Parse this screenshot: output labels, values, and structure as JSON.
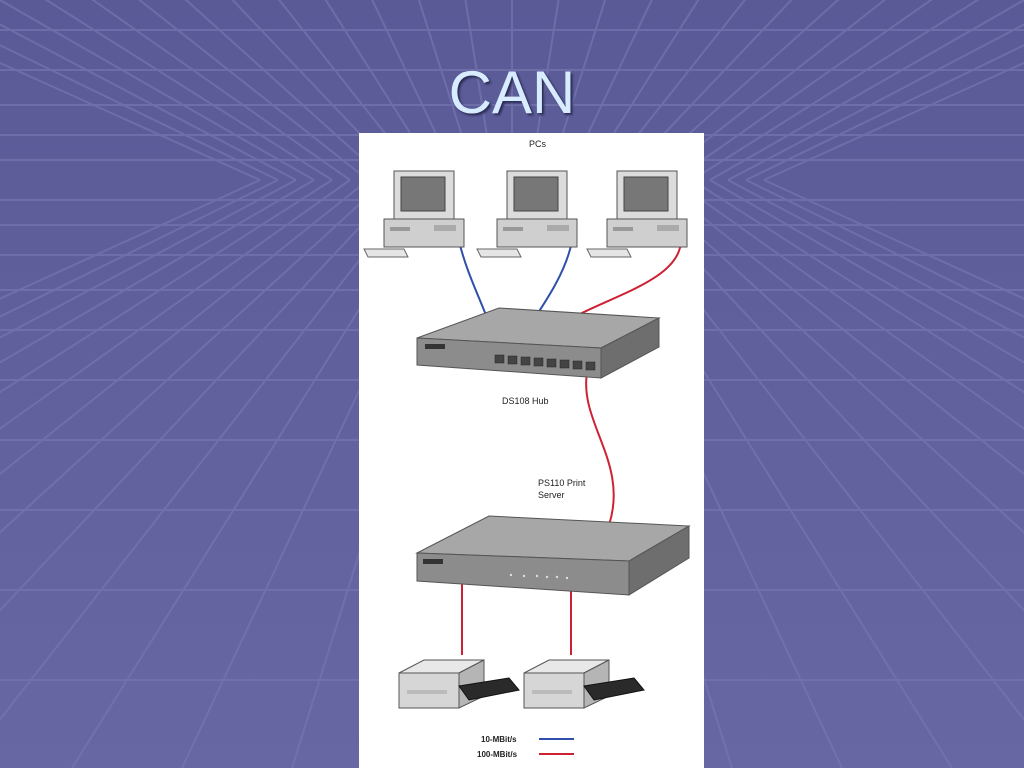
{
  "slide": {
    "title": "CAN"
  },
  "diagram": {
    "pcs_label": "PCs",
    "hub_label": "DS108 Hub",
    "print_server_label_line1": "PS110 Print",
    "print_server_label_line2": "Server",
    "legend": [
      {
        "label": "10-MBit/s",
        "color": "#2f4faa"
      },
      {
        "label": "100-MBit/s",
        "color": "#cc2233"
      }
    ],
    "colors": {
      "slow_link": "#2f4faa",
      "fast_link": "#cc2233",
      "device_body": "#8c8c8c"
    }
  }
}
